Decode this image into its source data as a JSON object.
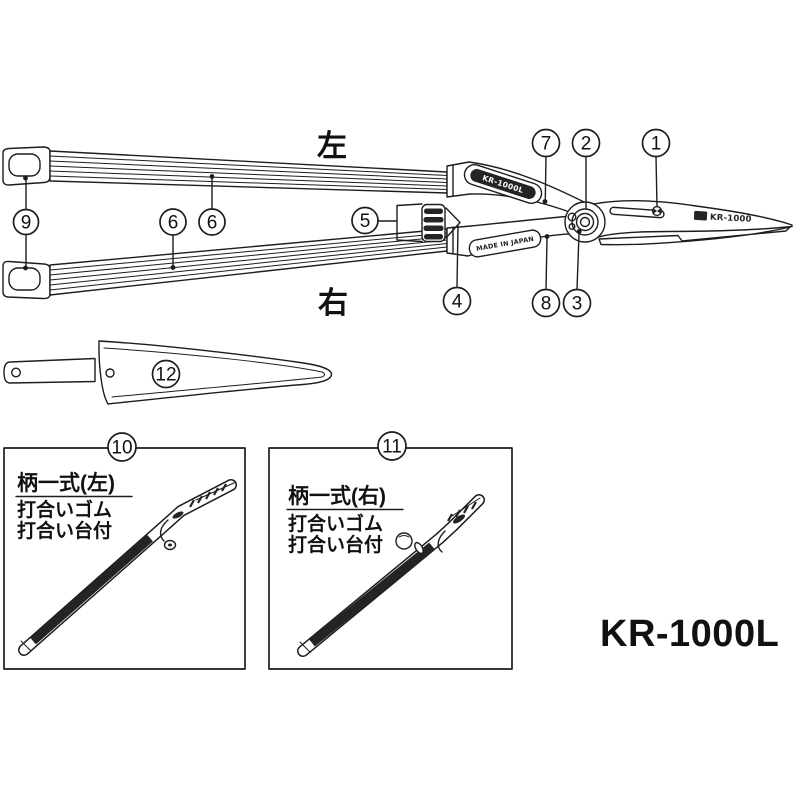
{
  "product": {
    "model": "KR-1000L"
  },
  "diagram": {
    "orientation": {
      "top": "左",
      "bottom": "右"
    },
    "callouts": {
      "c1": "1",
      "c2": "2",
      "c3": "3",
      "c4": "4",
      "c5": "5",
      "c6": "6",
      "c7": "7",
      "c8": "8",
      "c9": "9",
      "c10": "10",
      "c11": "11",
      "c12": "12"
    },
    "boxes": {
      "left": {
        "num": "10",
        "title": "柄一式(左)",
        "line1": "打合いゴム",
        "line2": "打合い台付"
      },
      "right": {
        "num": "11",
        "title": "柄一式(右)",
        "line1": "打合いゴム",
        "line2": "打合い台付"
      }
    },
    "badges": {
      "upper_handle": "KR-1000L",
      "lower_handle": "MADE IN JAPAN",
      "blade": "KR-1000"
    }
  }
}
